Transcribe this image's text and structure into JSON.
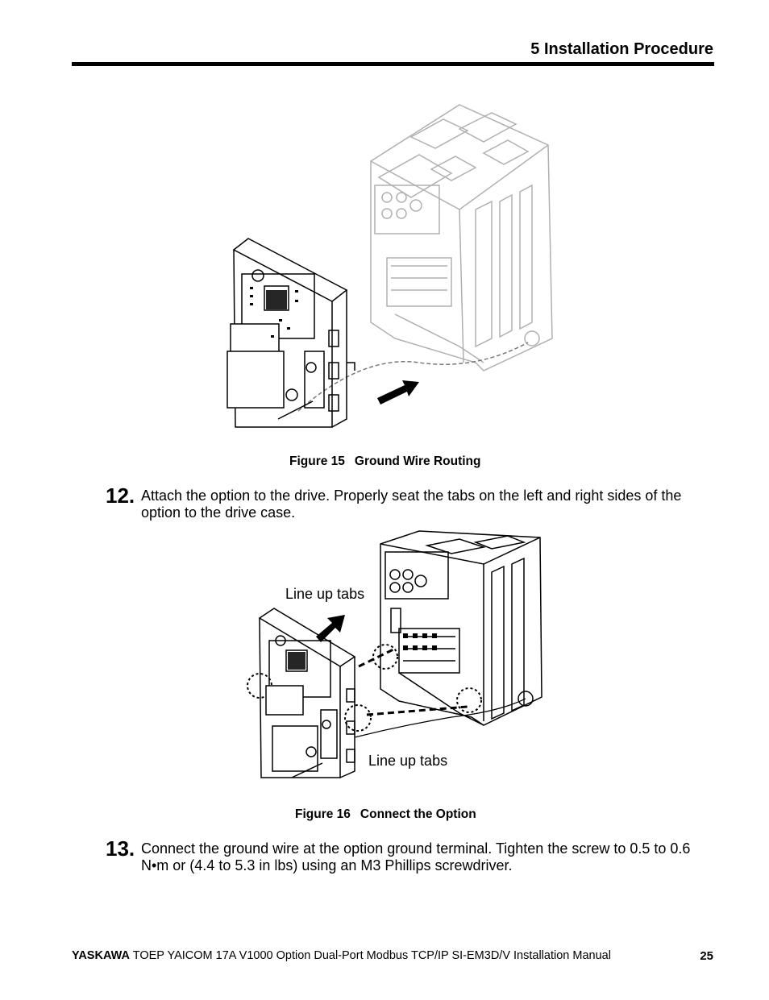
{
  "header": {
    "section_title": "5  Installation Procedure"
  },
  "figure15": {
    "caption_number": "Figure 15",
    "caption_title": "Ground Wire Routing"
  },
  "step12": {
    "number": "12.",
    "text": "Attach the option to the drive. Properly seat the tabs on the left and right sides of the option to the drive case."
  },
  "figure16": {
    "caption_number": "Figure 16",
    "caption_title": "Connect the Option",
    "callout_top": "Line up tabs",
    "callout_bottom": "Line up tabs"
  },
  "step13": {
    "number": "13.",
    "text": "Connect the ground wire at the option ground terminal. Tighten the screw to 0.5 to 0.6 N•m or (4.4 to 5.3 in lbs) using an M3 Phillips screwdriver."
  },
  "footer": {
    "brand": "YASKAWA",
    "doc_title": " TOEP YAICOM 17A V1000 Option Dual-Port Modbus TCP/IP SI-EM3D/V Installation Manual",
    "page_number": "25"
  }
}
